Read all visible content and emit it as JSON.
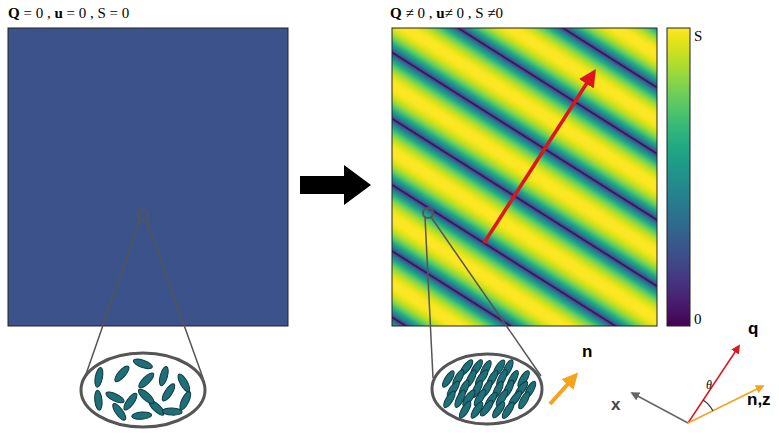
{
  "diagram": {
    "labels": [
      "Q = 0 , u = 0 , S = 0",
      "Q ≠ 0 , u≠ 0 , S ≠0",
      "S",
      "0",
      "n",
      "x",
      "q",
      "θ",
      "n,z"
    ]
  }
}
